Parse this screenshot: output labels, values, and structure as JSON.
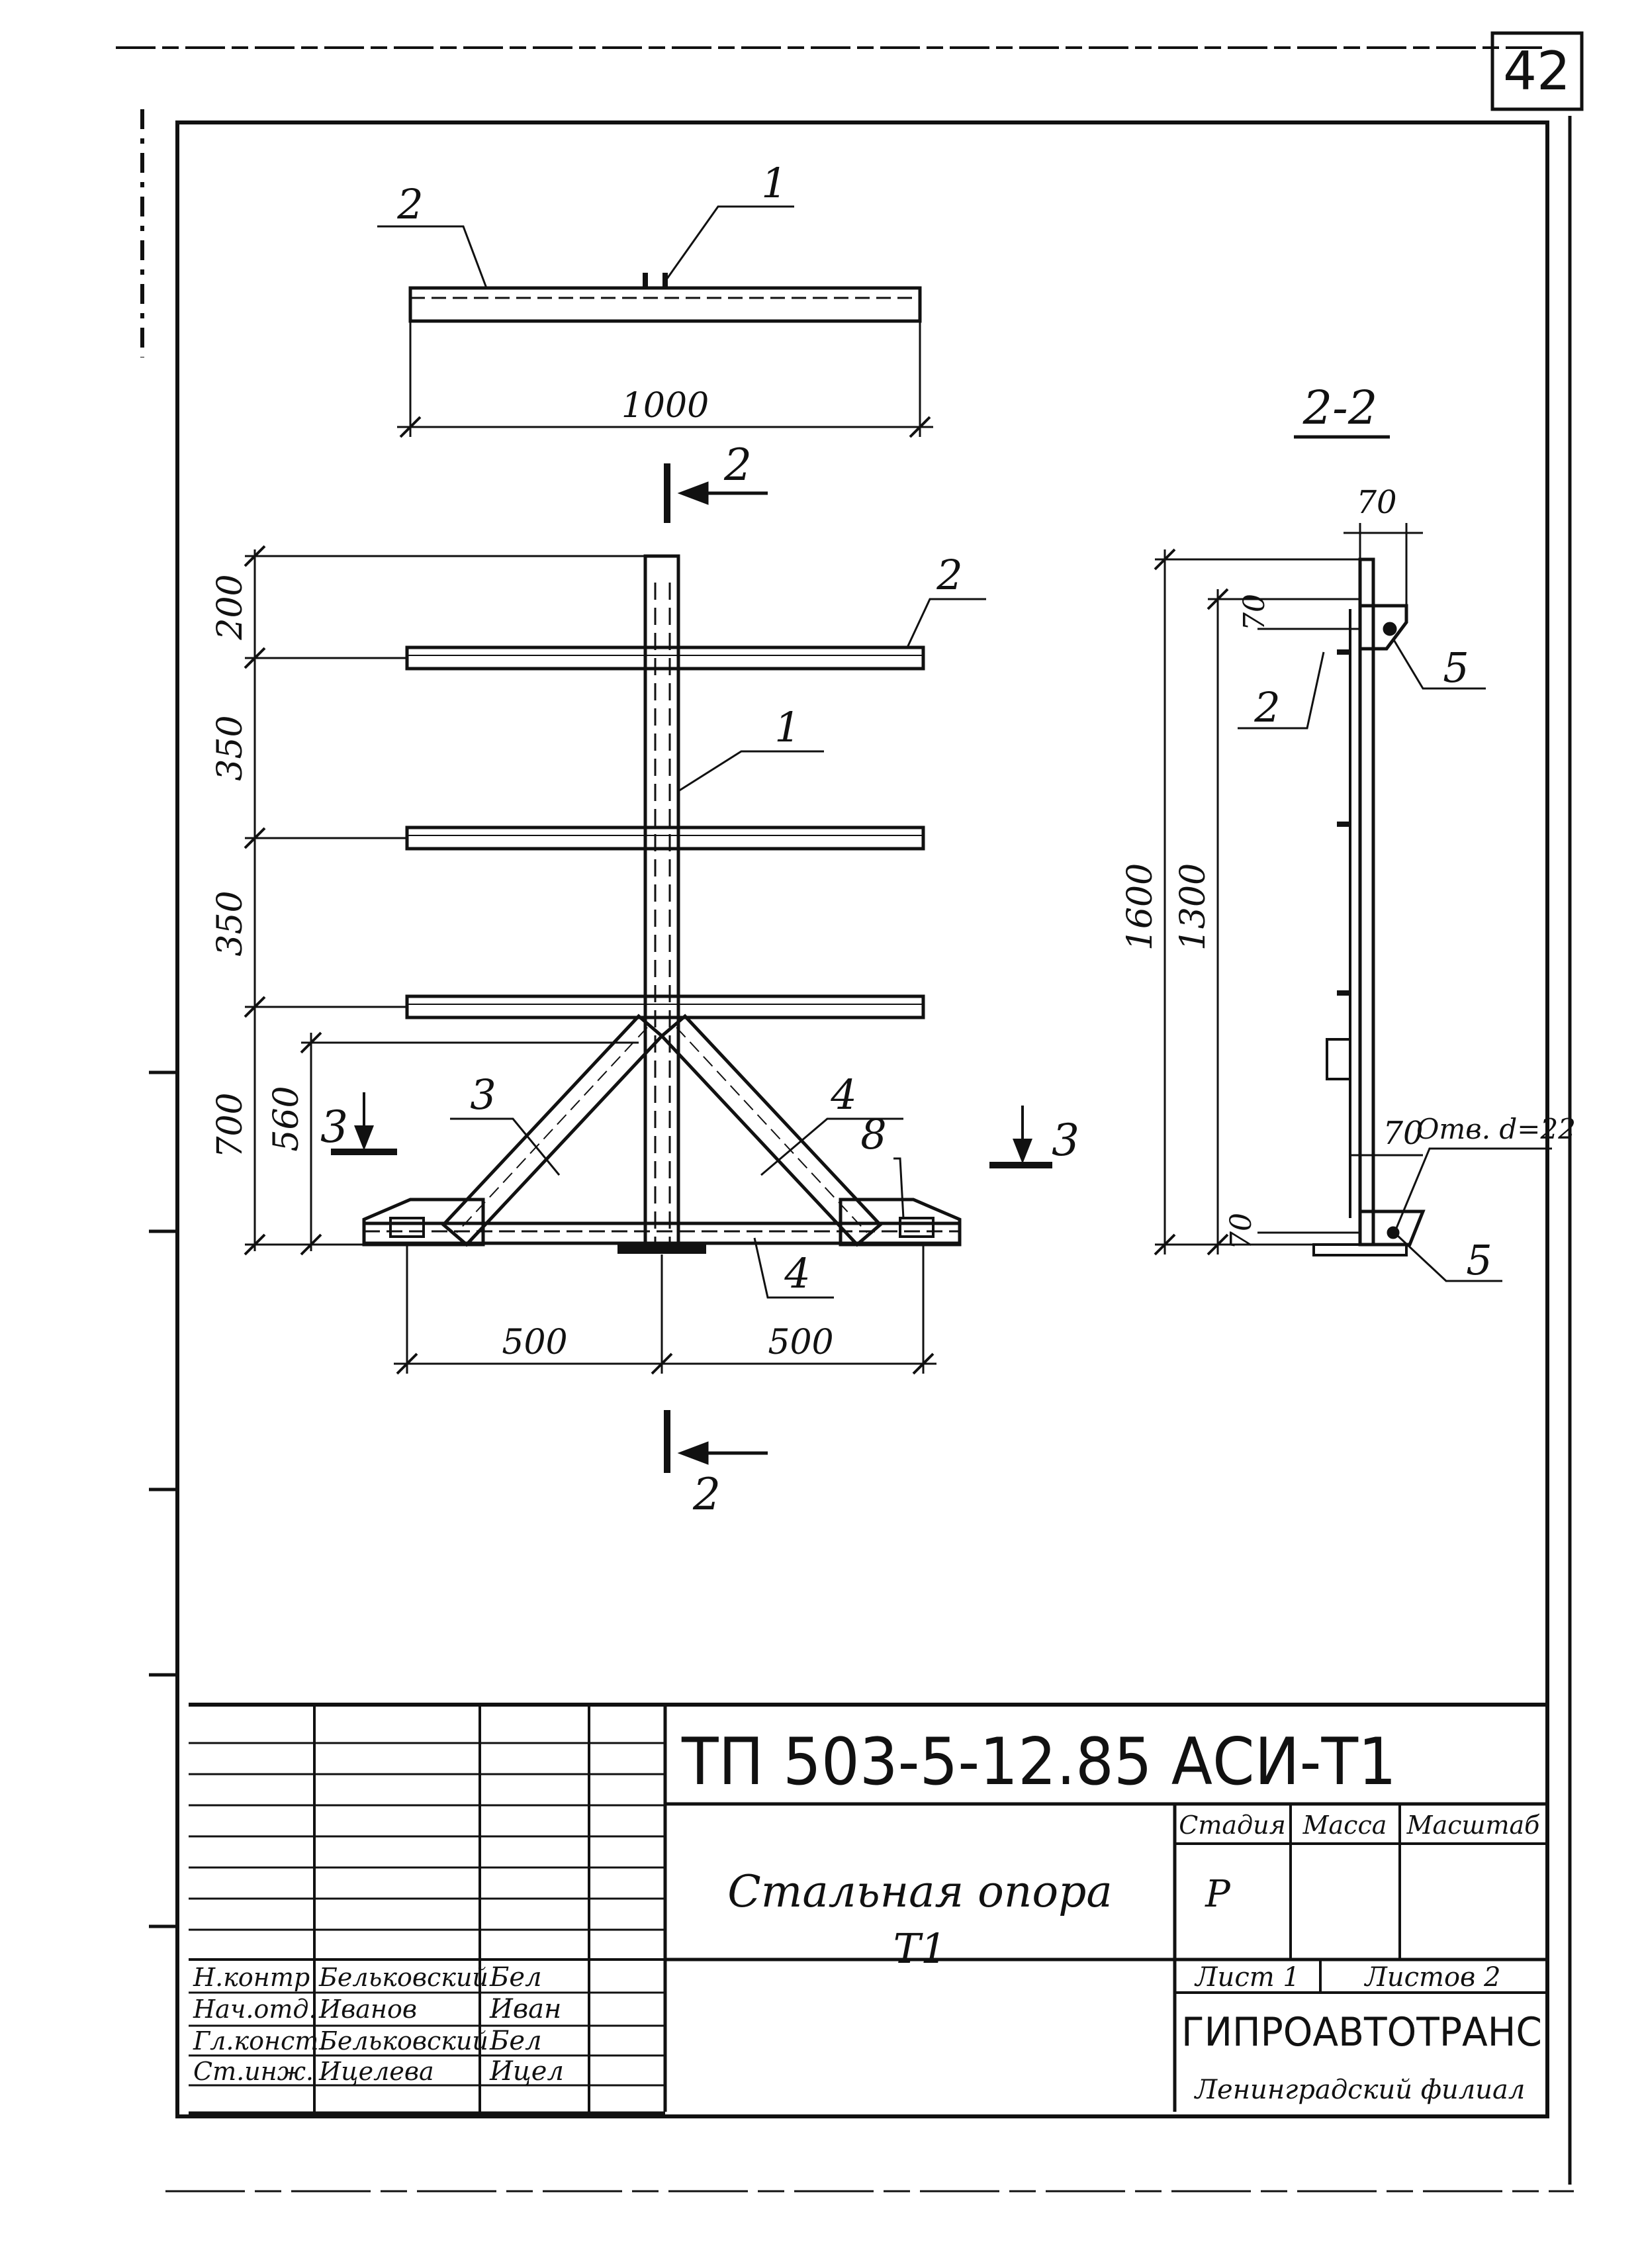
{
  "sheet": {
    "page_number": "42"
  },
  "plan_view": {
    "dim_length": "1000",
    "callout_post": "1",
    "callout_bar": "2"
  },
  "front_view": {
    "dims_left": [
      "200",
      "350",
      "350",
      "700"
    ],
    "dim_brace_height": "560",
    "dims_bottom": [
      "500",
      "500"
    ],
    "callouts": {
      "bar": "2",
      "post": "1",
      "brace_left": "3",
      "brace_right": "4",
      "base_bar": "4",
      "plate": "8"
    },
    "section_mark_top": "2",
    "section_mark_bottom": "2",
    "section_3_left": "3",
    "section_3_right": "3"
  },
  "section_view": {
    "title": "2-2",
    "dim_top_width": "70",
    "dim_top_offset": "70",
    "dim_total_height": "1600",
    "dim_inner_height": "1300",
    "dim_bottom_width": "70",
    "dim_bottom_offset": "70",
    "hole_note": "Отв. d=22",
    "callout_top_plate": "5",
    "callout_bar": "2",
    "callout_bottom_plate": "5"
  },
  "title_block": {
    "designation": "ТП 503-5-12.85 АСИ-Т1",
    "item_name_line1": "Стальная опора",
    "item_name_line2": "Т1",
    "stage_header": "Стадия",
    "mass_header": "Масса",
    "scale_header": "Масштаб",
    "stage_value": "Р",
    "sheet_label": "Лист 1",
    "sheets_label": "Листов 2",
    "org_name": "ГИПРОАВТОТРАНС",
    "org_branch": "Ленинградский филиал",
    "signatures": [
      {
        "role": "Н.контр",
        "name": "Бельковский",
        "sign": "Бел"
      },
      {
        "role": "Нач.отд.",
        "name": "Иванов",
        "sign": "Иван"
      },
      {
        "role": "Гл.конст.",
        "name": "Бельковский",
        "sign": "Бел"
      },
      {
        "role": "Ст.инж.",
        "name": "Ицелева",
        "sign": "Ицел"
      }
    ]
  }
}
